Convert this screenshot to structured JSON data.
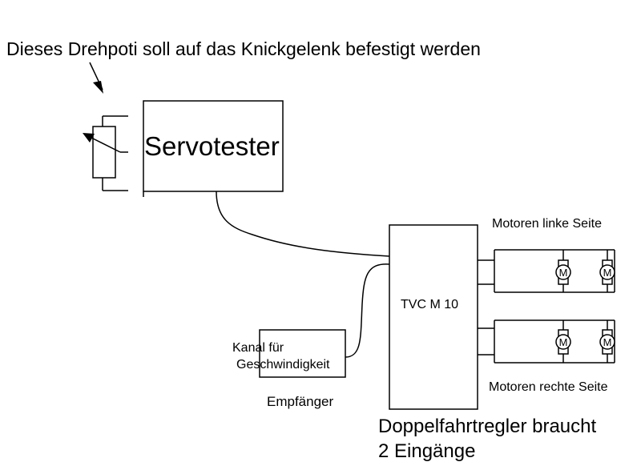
{
  "diagram": {
    "note": "Dieses Drehpoti soll auf das Knickgelenk befestigt werden",
    "servotester_label": "Servotester",
    "controller_label": "TVC M 10",
    "motors_left_label": "Motoren linke Seite",
    "motors_right_label": "Motoren rechte Seite",
    "channel_label_line1": "Kanal für",
    "channel_label_line2": "Geschwindigkeit",
    "receiver_label": "Empfänger",
    "controller_note_line1": "Doppelfahrtregler braucht",
    "controller_note_line2": "2 Eingänge",
    "motor_symbol_letter": "M",
    "icons": [
      "arrow-icon",
      "potentiometer-icon",
      "motor-icon"
    ]
  }
}
